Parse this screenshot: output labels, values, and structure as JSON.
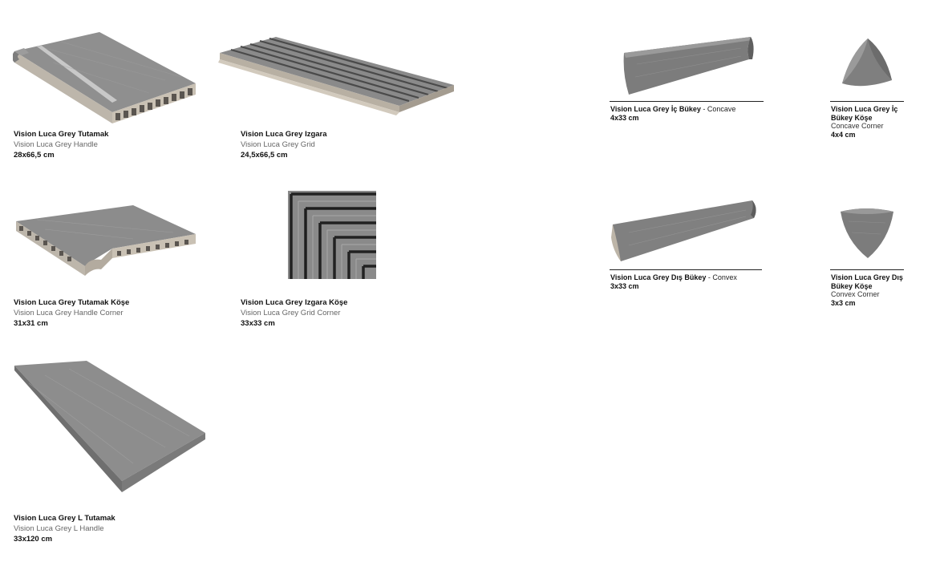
{
  "products": {
    "handle": {
      "name": "Vision Luca Grey Tutamak",
      "subtitle": "Vision Luca Grey Handle",
      "size": "28x66,5 cm"
    },
    "grid": {
      "name": "Vision Luca Grey Izgara",
      "subtitle": "Vision Luca Grey Grid",
      "size": "24,5x66,5 cm"
    },
    "handle_corner": {
      "name": "Vision Luca Grey Tutamak Köşe",
      "subtitle": "Vision Luca Grey Handle Corner",
      "size": "31x31 cm"
    },
    "grid_corner": {
      "name": "Vision Luca Grey Izgara Köşe",
      "subtitle": "Vision Luca Grey Grid Corner",
      "size": "33x33 cm"
    },
    "l_handle": {
      "name": "Vision Luca Grey L Tutamak",
      "subtitle": "Vision Luca Grey L Handle",
      "size": "33x120 cm"
    },
    "concave": {
      "name": "Vision Luca Grey İç Bükey",
      "suffix": " - Concave",
      "size": "4x33 cm"
    },
    "concave_corner": {
      "name_line1": "Vision Luca Grey İç",
      "name_line2": "Bükey Köşe",
      "subtitle": "Concave Corner",
      "size": "4x4 cm"
    },
    "convex": {
      "name": "Vision Luca Grey Dış Bükey",
      "suffix": " - Convex",
      "size": "3x33 cm"
    },
    "convex_corner": {
      "name_line1": "Vision Luca Grey Dış",
      "name_line2": "Bükey Köşe",
      "subtitle": "Convex Corner",
      "size": "3x3 cm"
    }
  }
}
